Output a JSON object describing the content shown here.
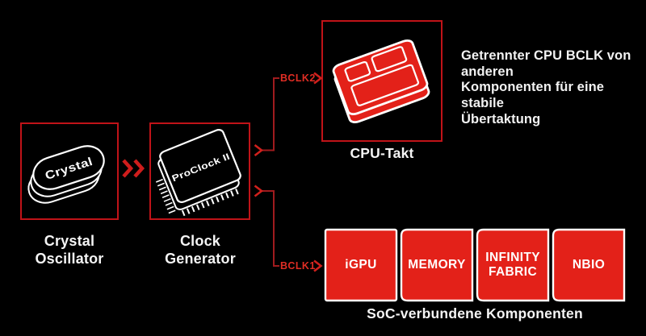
{
  "colors": {
    "background": "#000000",
    "box_border_red": "#c01318",
    "line_red": "#a01b1e",
    "bright_red": "#df2d24",
    "fill_red": "#e32119",
    "white": "#ffffff"
  },
  "crystal": {
    "graphic_label": "Crystal",
    "caption": [
      "Crystal",
      "Oscillator"
    ]
  },
  "clock_generator": {
    "graphic_label": "ProClock II",
    "caption": [
      "Clock",
      "Generator"
    ]
  },
  "cpu": {
    "caption": "CPU-Takt"
  },
  "signals": {
    "bclk2": "BCLK2",
    "bclk1": "BCLK1"
  },
  "annotation": {
    "lines": [
      "Getrennter CPU BCLK von anderen",
      "Komponenten für eine stabile",
      "Übertaktung"
    ]
  },
  "soc": {
    "components": [
      "iGPU",
      "MEMORY",
      "INFINITY FABRIC",
      "NBIO"
    ],
    "caption": "SoC-verbundene Komponenten"
  }
}
